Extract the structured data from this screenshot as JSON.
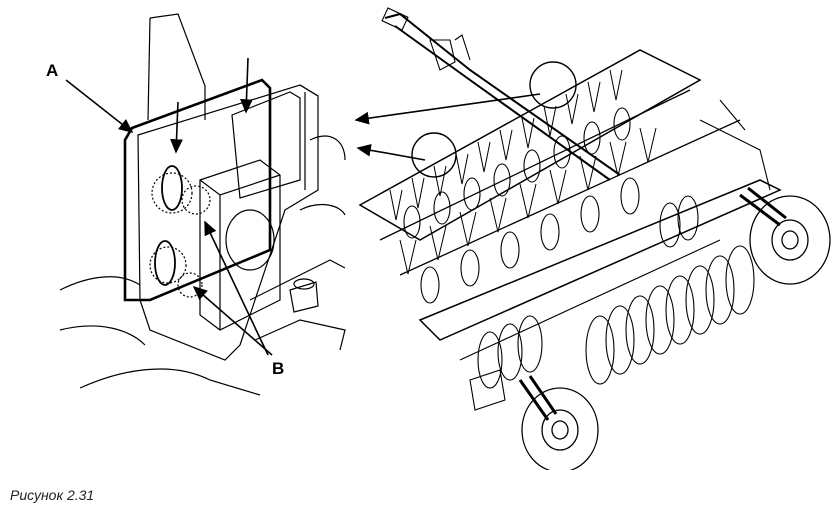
{
  "figure": {
    "callouts": {
      "a": "A",
      "b": "B"
    },
    "caption": "Рисунок 2.31"
  }
}
